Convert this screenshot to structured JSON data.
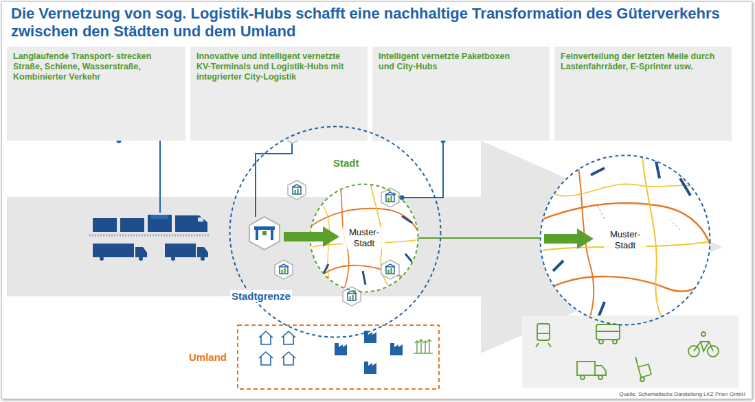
{
  "diagram": {
    "title": "Die Vernetzung von sog. Logistik-Hubs schafft eine nachhaltige Transformation des Güterverkehrs zwischen den Städten und dem Umland",
    "nodes": [
      {
        "text": [
          "Langlaufende Transport- strecken Straße, Schiene, Wasserstraße, Kombinierter Verkehr"
        ]
      },
      {
        "text": [
          "Innovative und intelligent vernetzte KV-Terminals und Logistik-Hubs mit integrierter City-Logistik"
        ]
      },
      {
        "text": [
          "Intelligent vernetzte Paketboxen und City-Hubs"
        ]
      },
      {
        "text": [
          "Feinverteilung der letzten Meile durch Lastenfahrräder, E-Sprinter usw."
        ]
      },
      {
        "text": [
          "Stadt",
          "Stadtgrenze"
        ]
      },
      {
        "text": [
          "Muster- Stadt"
        ],
        "in": 4
      },
      {
        "text": [
          "Muster- Stadt"
        ]
      },
      {
        "text": [
          "Umland"
        ]
      }
    ],
    "edges": [
      {
        "from": 5,
        "to": 6,
        "arrow": "none"
      }
    ],
    "labels": [
      "Quelle: Schematische Darstellung LKZ Prien GmbH"
    ]
  }
}
